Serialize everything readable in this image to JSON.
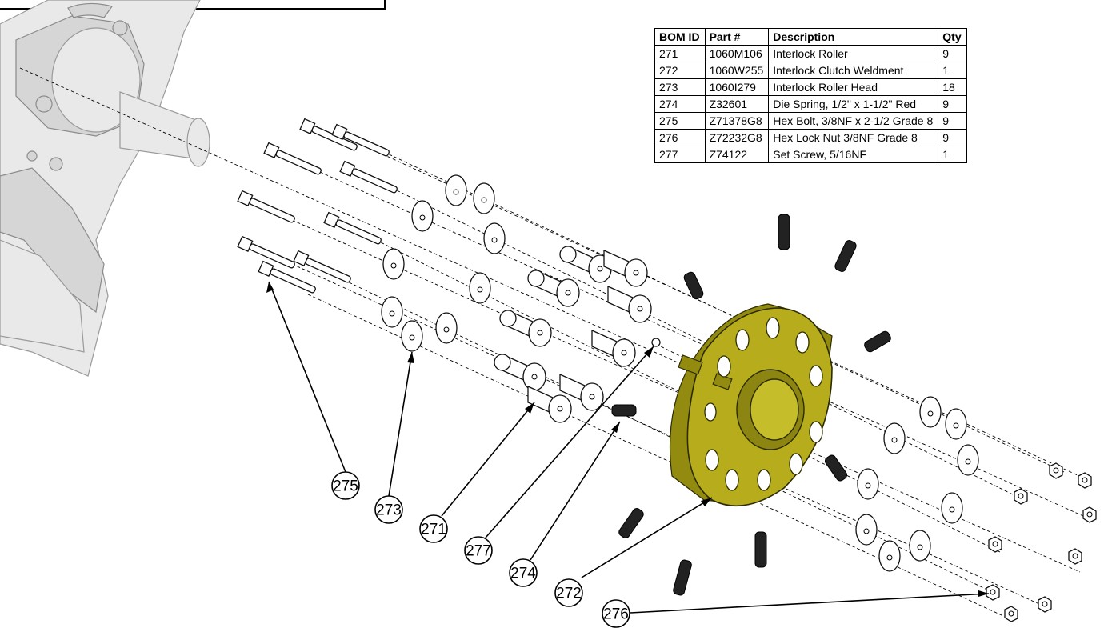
{
  "bom_table": {
    "headers": [
      "BOM ID",
      "Part #",
      "Description",
      "Qty"
    ],
    "rows": [
      [
        "271",
        "1060M106",
        "Interlock Roller",
        "9"
      ],
      [
        "272",
        "1060W255",
        "Interlock Clutch Weldment",
        "1"
      ],
      [
        "273",
        "1060I279",
        "Interlock Roller Head",
        "18"
      ],
      [
        "274",
        "Z32601",
        "Die Spring, 1/2\" x 1-1/2\" Red",
        "9"
      ],
      [
        "275",
        "Z71378G8",
        "Hex Bolt, 3/8NF x 2-1/2 Grade 8",
        "9"
      ],
      [
        "276",
        "Z72232G8",
        "Hex Lock Nut 3/8NF Grade 8",
        "9"
      ],
      [
        "277",
        "Z74122",
        "Set Screw, 5/16NF",
        "1"
      ]
    ]
  },
  "callouts": [
    "275",
    "273",
    "271",
    "277",
    "274",
    "272",
    "276"
  ],
  "colors": {
    "hub": "#b7ad1c",
    "background_machine": "#e9e9e9",
    "line": "#000000"
  }
}
